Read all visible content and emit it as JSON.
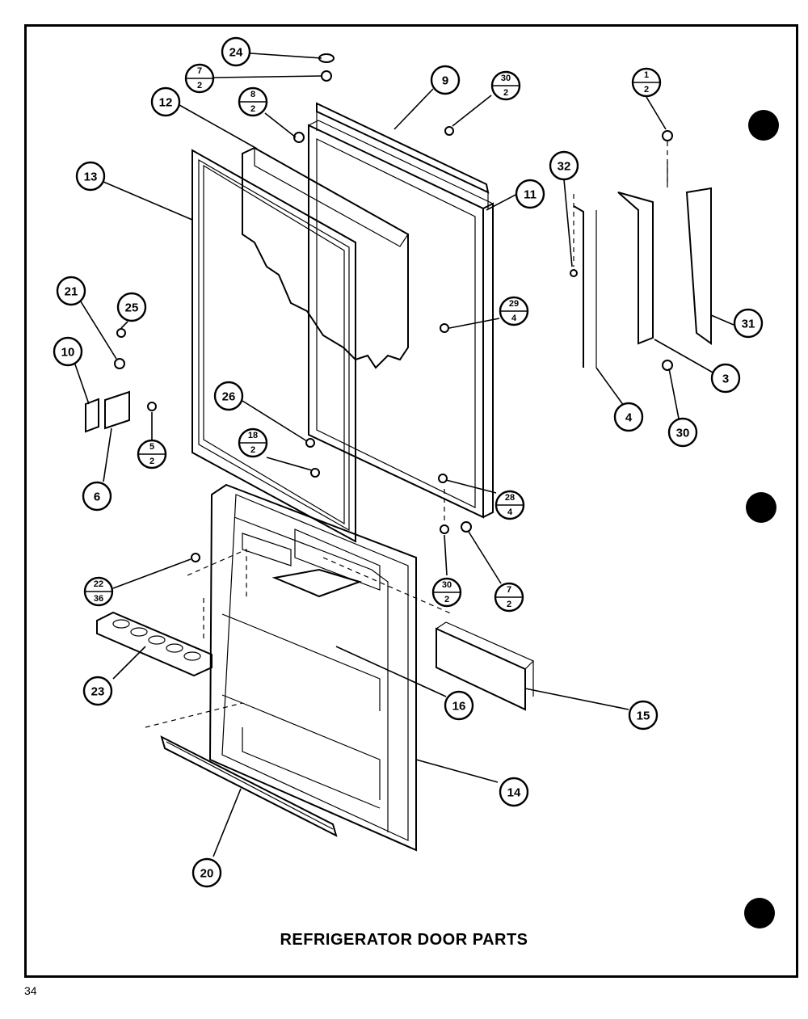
{
  "title": "REFRIGERATOR DOOR PARTS",
  "page_number": "34",
  "callouts": [
    {
      "id": "c24",
      "top": "24"
    },
    {
      "id": "c7a",
      "top": "7",
      "bottom": "2"
    },
    {
      "id": "c8",
      "top": "8",
      "bottom": "2"
    },
    {
      "id": "c12",
      "top": "12"
    },
    {
      "id": "c9",
      "top": "9"
    },
    {
      "id": "c30a",
      "top": "30",
      "bottom": "2"
    },
    {
      "id": "c1",
      "top": "1",
      "bottom": "2"
    },
    {
      "id": "c13",
      "top": "13"
    },
    {
      "id": "c11",
      "top": "11"
    },
    {
      "id": "c32",
      "top": "32"
    },
    {
      "id": "c21",
      "top": "21"
    },
    {
      "id": "c25",
      "top": "25"
    },
    {
      "id": "c29",
      "top": "29",
      "bottom": "4"
    },
    {
      "id": "c31",
      "top": "31"
    },
    {
      "id": "c10",
      "top": "10"
    },
    {
      "id": "c3",
      "top": "3"
    },
    {
      "id": "c26",
      "top": "26"
    },
    {
      "id": "c4",
      "top": "4"
    },
    {
      "id": "c30b",
      "top": "30"
    },
    {
      "id": "c5",
      "top": "5",
      "bottom": "2"
    },
    {
      "id": "c18",
      "top": "18",
      "bottom": "2"
    },
    {
      "id": "c6",
      "top": "6"
    },
    {
      "id": "c28",
      "top": "28",
      "bottom": "4"
    },
    {
      "id": "c22",
      "top": "22",
      "bottom": "36"
    },
    {
      "id": "c30c",
      "top": "30",
      "bottom": "2"
    },
    {
      "id": "c7b",
      "top": "7",
      "bottom": "2"
    },
    {
      "id": "c23",
      "top": "23"
    },
    {
      "id": "c16",
      "top": "16"
    },
    {
      "id": "c15",
      "top": "15"
    },
    {
      "id": "c14",
      "top": "14"
    },
    {
      "id": "c20",
      "top": "20"
    }
  ]
}
